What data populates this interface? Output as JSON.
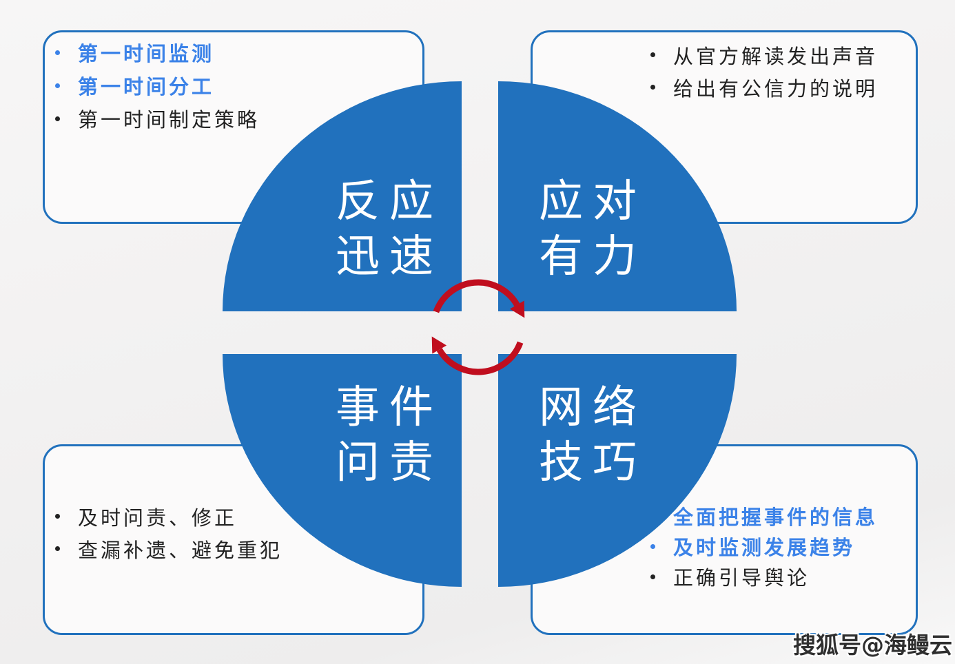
{
  "diagram": {
    "type": "four-quadrant-cycle",
    "colors": {
      "quadrant_blue": "#2171BD",
      "box_border_blue": "#2171BD",
      "highlight_text_blue": "#3B82E8",
      "body_text_dark": "#222222",
      "cycle_icon_red": "#C00E1E",
      "quadrant_label_white": "#FFFFFF"
    },
    "quadrants": {
      "top_left": {
        "label": "反应迅速",
        "lines": [
          "反应",
          "迅速"
        ]
      },
      "top_right": {
        "label": "应对有力",
        "lines": [
          "应对",
          "有力"
        ]
      },
      "bottom_left": {
        "label": "事件问责",
        "lines": [
          "事件",
          "问责"
        ]
      },
      "bottom_right": {
        "label": "网络技巧",
        "lines": [
          "网络",
          "技巧"
        ]
      }
    },
    "callouts": {
      "top_left": {
        "items": [
          {
            "text": "第一时间监测",
            "style": "blue-bold",
            "bullet": true
          },
          {
            "text": "第一时间分工",
            "style": "blue-bold",
            "bullet": true
          },
          {
            "text": "第一时间制定策略",
            "style": "dark",
            "bullet": true
          }
        ]
      },
      "top_right": {
        "items": [
          {
            "text": "从官方解读发出声音",
            "style": "dark",
            "bullet": true
          },
          {
            "text": "给出有公信力的说明",
            "style": "dark",
            "bullet": true
          }
        ]
      },
      "bottom_left": {
        "items": [
          {
            "text": "及时问责、修正",
            "style": "dark",
            "bullet": true
          },
          {
            "text": "查漏补遗、避免重犯",
            "style": "dark",
            "bullet": true
          }
        ]
      },
      "bottom_right": {
        "items": [
          {
            "text": "全面把握事件的信息",
            "style": "blue-bold",
            "bullet": false
          },
          {
            "text": "及时监测发展趋势",
            "style": "blue-bold",
            "bullet": true
          },
          {
            "text": "正确引导舆论",
            "style": "dark",
            "bullet": true
          }
        ]
      }
    },
    "center_icon": {
      "name": "cycle-arrows",
      "color": "#C00E1E"
    },
    "watermark": "搜狐号@海鳗云"
  }
}
